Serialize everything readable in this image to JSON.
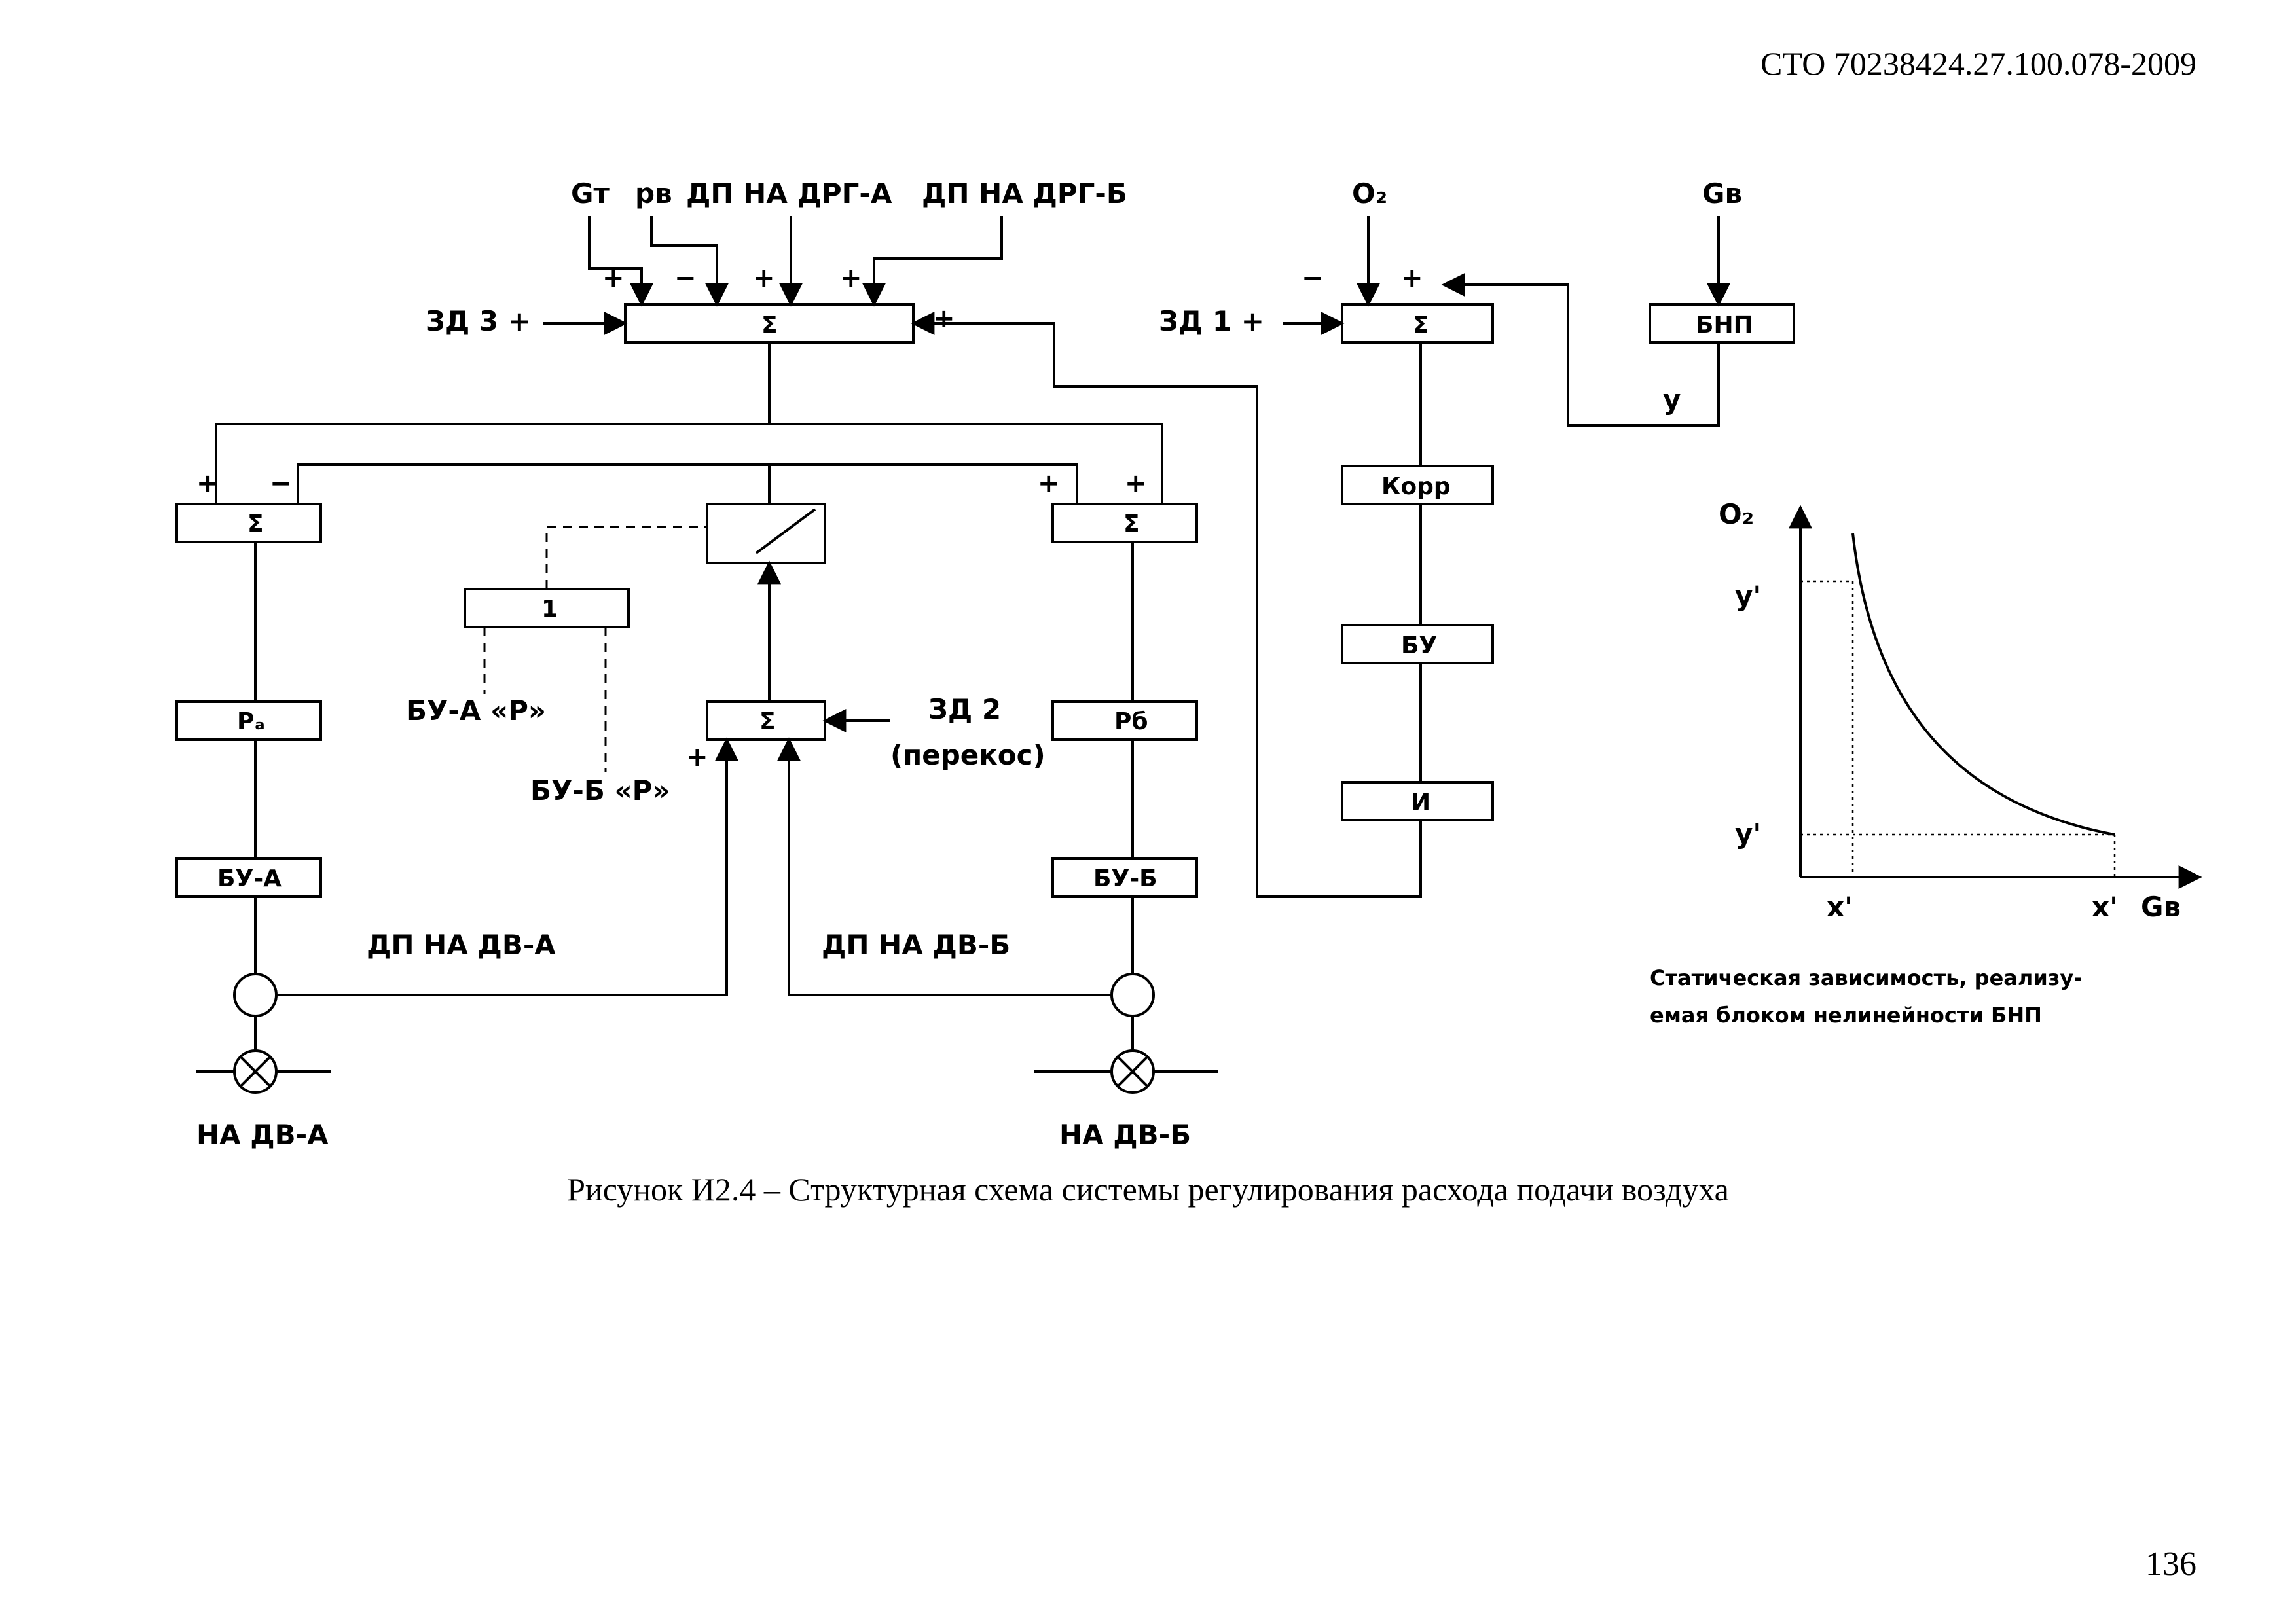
{
  "header": {
    "doc_code": "СТО 70238424.27.100.078-2009"
  },
  "caption": "Рисунок И2.4 –  Структурная схема системы регулирования расхода подачи воздуха",
  "page_number": "136",
  "diagram": {
    "top_inputs": {
      "gt": "Gт",
      "pv": "pв",
      "dp_drg_a": "ДП НА ДРГ-А",
      "dp_drg_b": "ДП НА ДРГ-Б"
    },
    "signs": {
      "plus": "+",
      "minus": "−"
    },
    "setpoints": {
      "zd3": "ЗД 3  +",
      "zd1": "ЗД 1  +",
      "zd2": "ЗД 2",
      "zd2_note": "(перекос)"
    },
    "blocks": {
      "sum": "Σ",
      "one": "1",
      "pa": "Pₐ",
      "pb": "Pб",
      "bu_a": "БУ-А",
      "bu_b": "БУ-Б",
      "korr": "Корр",
      "bu": "БУ",
      "i": "И",
      "bnp": "БНП"
    },
    "right_inputs": {
      "o2": "O₂",
      "gv": "Gв",
      "y": "y"
    },
    "feedback_labels": {
      "bu_a_p": "БУ-А «Р»",
      "bu_b_p": "БУ-Б «Р»",
      "dp_dv_a": "ДП НА ДВ-А",
      "dp_dv_b": "ДП НА ДВ-Б"
    },
    "actuators": {
      "na_dv_a": "НА ДВ-А",
      "na_dv_b": "НА ДВ-Б"
    },
    "graph": {
      "y_axis": "O₂",
      "x_axis": "Gв",
      "y_upper": "y'",
      "y_lower": "y'",
      "x_left": "x'",
      "x_right": "x'",
      "caption_line1": "Статическая зависимость, реализу-",
      "caption_line2": "емая блоком нелинейности БНП"
    }
  }
}
